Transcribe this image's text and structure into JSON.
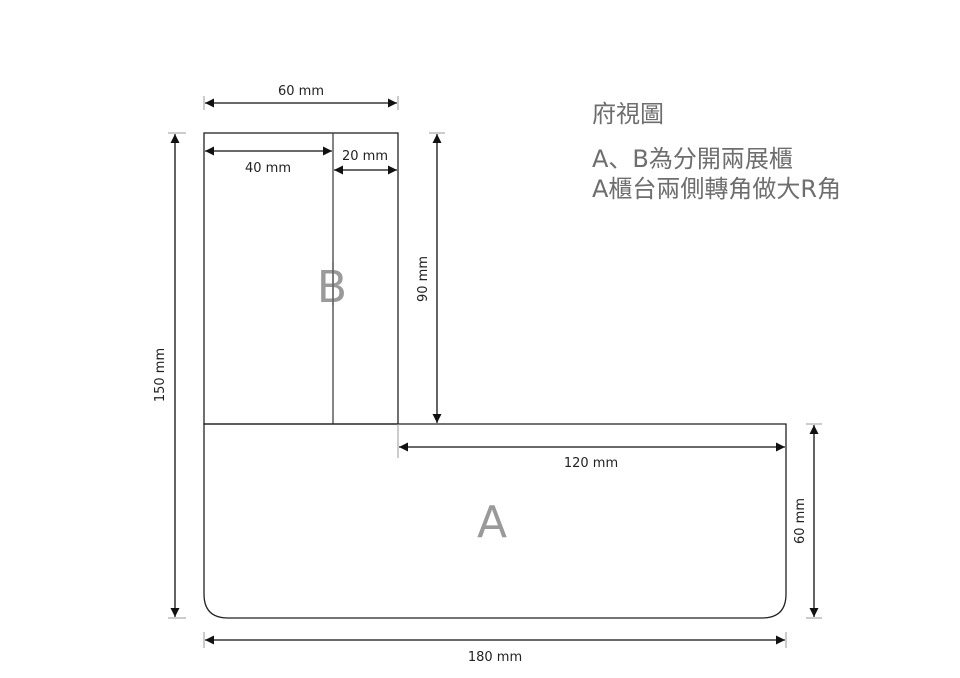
{
  "notes": {
    "title": "府視圖",
    "lines": [
      "A、B為分開兩展櫃",
      "A櫃台兩側轉角做大R角"
    ]
  },
  "parts": {
    "a_label": "A",
    "b_label": "B"
  },
  "dimensions": {
    "top_width": "60 mm",
    "b_left_width": "40 mm",
    "b_right_width": "20 mm",
    "b_height": "90 mm",
    "total_height": "150 mm",
    "a_right_length": "120 mm",
    "a_depth": "60 mm",
    "total_width": "180 mm"
  },
  "colors": {
    "outline": "#222222",
    "letters": "#9a9a9a",
    "notes_text": "#6e6e6e"
  }
}
